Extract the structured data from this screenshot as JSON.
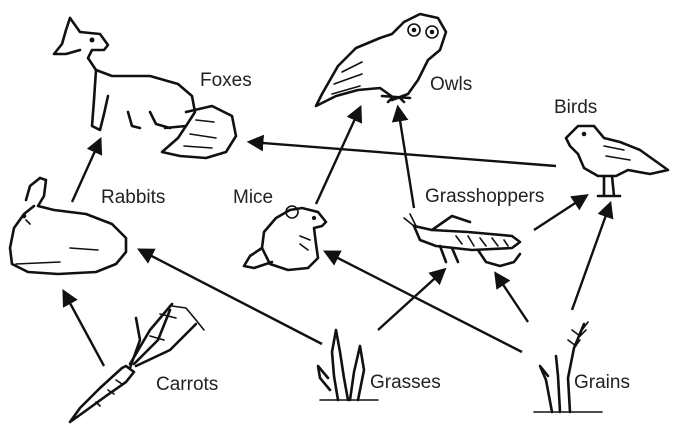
{
  "labels": {
    "foxes": "Foxes",
    "owls": "Owls",
    "birds": "Birds",
    "rabbits": "Rabbits",
    "mice": "Mice",
    "grasshoppers": "Grasshoppers",
    "carrots": "Carrots",
    "grasses": "Grasses",
    "grains": "Grains"
  },
  "links": [
    {
      "from": "Carrots",
      "to": "Rabbits"
    },
    {
      "from": "Rabbits",
      "to": "Foxes"
    },
    {
      "from": "Grasses",
      "to": "Rabbits"
    },
    {
      "from": "Grasses",
      "to": "Grasshoppers"
    },
    {
      "from": "Grains",
      "to": "Mice"
    },
    {
      "from": "Grains",
      "to": "Grasshoppers"
    },
    {
      "from": "Grains",
      "to": "Birds"
    },
    {
      "from": "Mice",
      "to": "Owls"
    },
    {
      "from": "Grasshoppers",
      "to": "Owls"
    },
    {
      "from": "Grasshoppers",
      "to": "Birds"
    },
    {
      "from": "Birds",
      "to": "Foxes"
    }
  ],
  "colors": {
    "ink": "#111111",
    "background": "#ffffff"
  },
  "icons": [
    "fox-icon",
    "owl-icon",
    "bird-icon",
    "rabbit-icon",
    "mouse-icon",
    "grasshopper-icon",
    "carrot-icon",
    "grass-icon",
    "grain-icon"
  ]
}
